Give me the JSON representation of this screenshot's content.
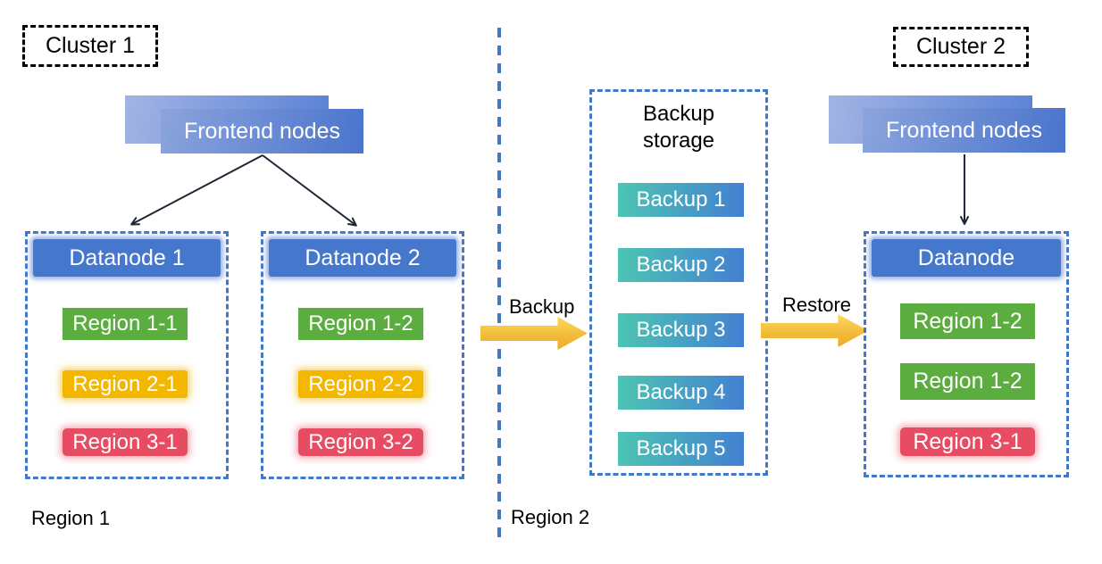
{
  "palette": {
    "node_blue": "#4577cd",
    "dashed_border_blue": "#4377c8",
    "region_green": "#5cad3f",
    "region_yellow": "#f3b700",
    "region_red": "#e84c63",
    "backup_gradient_teal": "#4cc6b2",
    "backup_gradient_blue": "#437fd3",
    "flow_arrow_yellow": "#f3bc3a",
    "frontend_gradient_light": "#8ba4dd",
    "frontend_gradient_dark": "#4a74cc"
  },
  "cluster1": {
    "label": "Cluster 1",
    "frontend_label": "Frontend nodes",
    "datanode1": {
      "title": "Datanode 1",
      "regions": [
        {
          "label": "Region 1-1",
          "color": "green"
        },
        {
          "label": "Region 2-1",
          "color": "yellow"
        },
        {
          "label": "Region 3-1",
          "color": "red"
        }
      ]
    },
    "datanode2": {
      "title": "Datanode 2",
      "regions": [
        {
          "label": "Region 1-2",
          "color": "green"
        },
        {
          "label": "Region 2-2",
          "color": "yellow"
        },
        {
          "label": "Region 3-2",
          "color": "red"
        }
      ]
    }
  },
  "backup_storage": {
    "title": "Backup storage",
    "items": [
      "Backup 1",
      "Backup 2",
      "Backup 3",
      "Backup 4",
      "Backup 5"
    ]
  },
  "flows": {
    "backup": "Backup",
    "restore": "Restore"
  },
  "cluster2": {
    "label": "Cluster 2",
    "frontend_label": "Frontend nodes",
    "datanode": {
      "title": "Datanode",
      "regions": [
        {
          "label": "Region 1-2",
          "color": "green"
        },
        {
          "label": "Region 1-2",
          "color": "green"
        },
        {
          "label": "Region 3-1",
          "color": "red"
        }
      ]
    }
  },
  "zones": {
    "left": "Region 1",
    "right": "Region 2"
  }
}
